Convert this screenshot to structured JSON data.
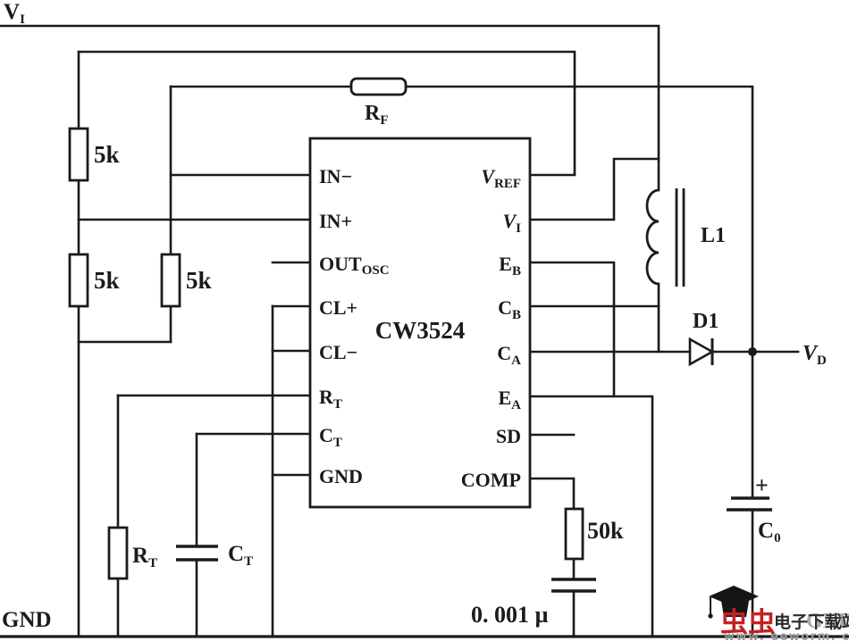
{
  "colors": {
    "line": "#1b1b1b",
    "watermark_red": "#c42020",
    "watermark_gray": "#9a9a9a"
  },
  "labels": {
    "vi_top": {
      "main": "V",
      "sub": "I"
    },
    "gnd_left": "GND",
    "gnd_right": "GND",
    "vd": {
      "main": "V",
      "sub": "D"
    },
    "d1": "D1",
    "l1": "L1",
    "c0": {
      "main": "C",
      "sub": "0"
    },
    "c0_plus": "+",
    "r_5k_a": "5k",
    "r_5k_b": "5k",
    "r_5k_c": "5k",
    "rf": {
      "main": "R",
      "sub": "F"
    },
    "rt": {
      "main": "R",
      "sub": "T"
    },
    "ct": {
      "main": "C",
      "sub": "T"
    },
    "r_50k": "50k",
    "comp_cap_value": "0. 001 µ"
  },
  "ic": {
    "name": "CW3524",
    "pins_left": [
      {
        "main": "IN−",
        "sub": ""
      },
      {
        "main": "IN+",
        "sub": ""
      },
      {
        "main": "OUT",
        "sub": "OSC"
      },
      {
        "main": "CL+",
        "sub": ""
      },
      {
        "main": "CL−",
        "sub": ""
      },
      {
        "main": "R",
        "sub": "T"
      },
      {
        "main": "C",
        "sub": "T"
      },
      {
        "main": "GND",
        "sub": ""
      }
    ],
    "pins_right": [
      {
        "main": "V",
        "sub": "REF"
      },
      {
        "main": "V",
        "sub": "I"
      },
      {
        "main": "E",
        "sub": "B"
      },
      {
        "main": "C",
        "sub": "B"
      },
      {
        "main": "C",
        "sub": "A"
      },
      {
        "main": "E",
        "sub": "A"
      },
      {
        "main": "SD",
        "sub": ""
      },
      {
        "main": "COMP",
        "sub": ""
      }
    ]
  },
  "watermark": {
    "brand": "虫虫",
    "site": "电子下载站",
    "url": "www. eeworm. com"
  }
}
